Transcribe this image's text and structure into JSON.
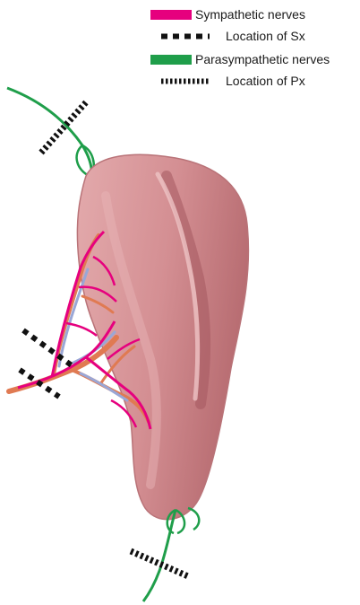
{
  "legend": {
    "sympathetic": {
      "label": "Sympathetic nerves",
      "color": "#e6007e"
    },
    "sx": {
      "label": "Location of Sx"
    },
    "parasympathetic": {
      "label": "Parasympathetic nerves",
      "color": "#1f9e4a"
    },
    "px": {
      "label": "Location of Px"
    }
  },
  "colors": {
    "spleen": "#d79698",
    "spleen_shadow": "#a4585e",
    "artery": "#e07a52",
    "vein": "#9aa7d6"
  }
}
